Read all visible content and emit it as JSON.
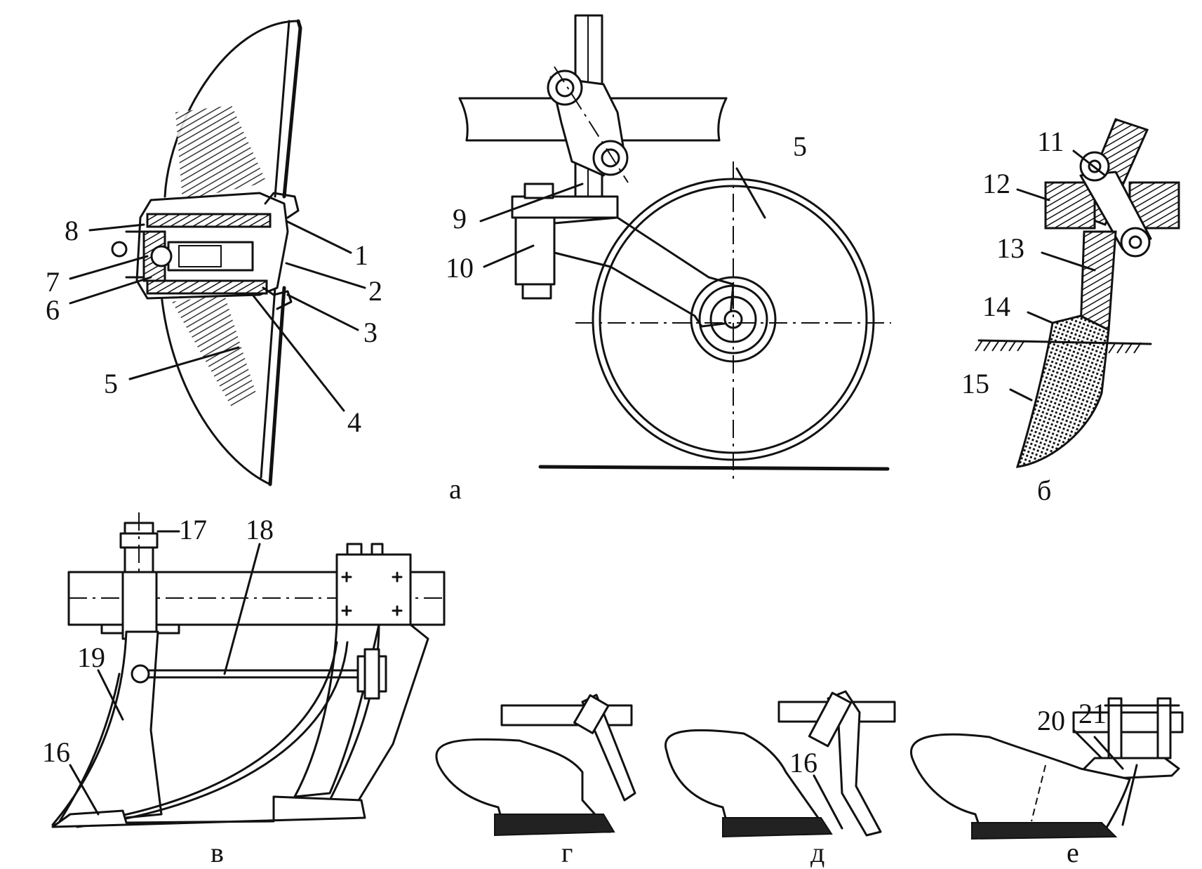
{
  "figure": {
    "captions": {
      "a": "а",
      "b": "б",
      "v": "в",
      "g": "г",
      "d": "д",
      "e": "е"
    },
    "labels": {
      "l1": "1",
      "l2": "2",
      "l3": "3",
      "l4": "4",
      "l5a": "5",
      "l5b": "5",
      "l6": "6",
      "l7": "7",
      "l8": "8",
      "l9": "9",
      "l10": "10",
      "l11": "11",
      "l12": "12",
      "l13": "13",
      "l14": "14",
      "l15": "15",
      "l16a": "16",
      "l16b": "16",
      "l17": "17",
      "l18": "18",
      "l19": "19",
      "l20": "20",
      "l21": "21"
    }
  }
}
